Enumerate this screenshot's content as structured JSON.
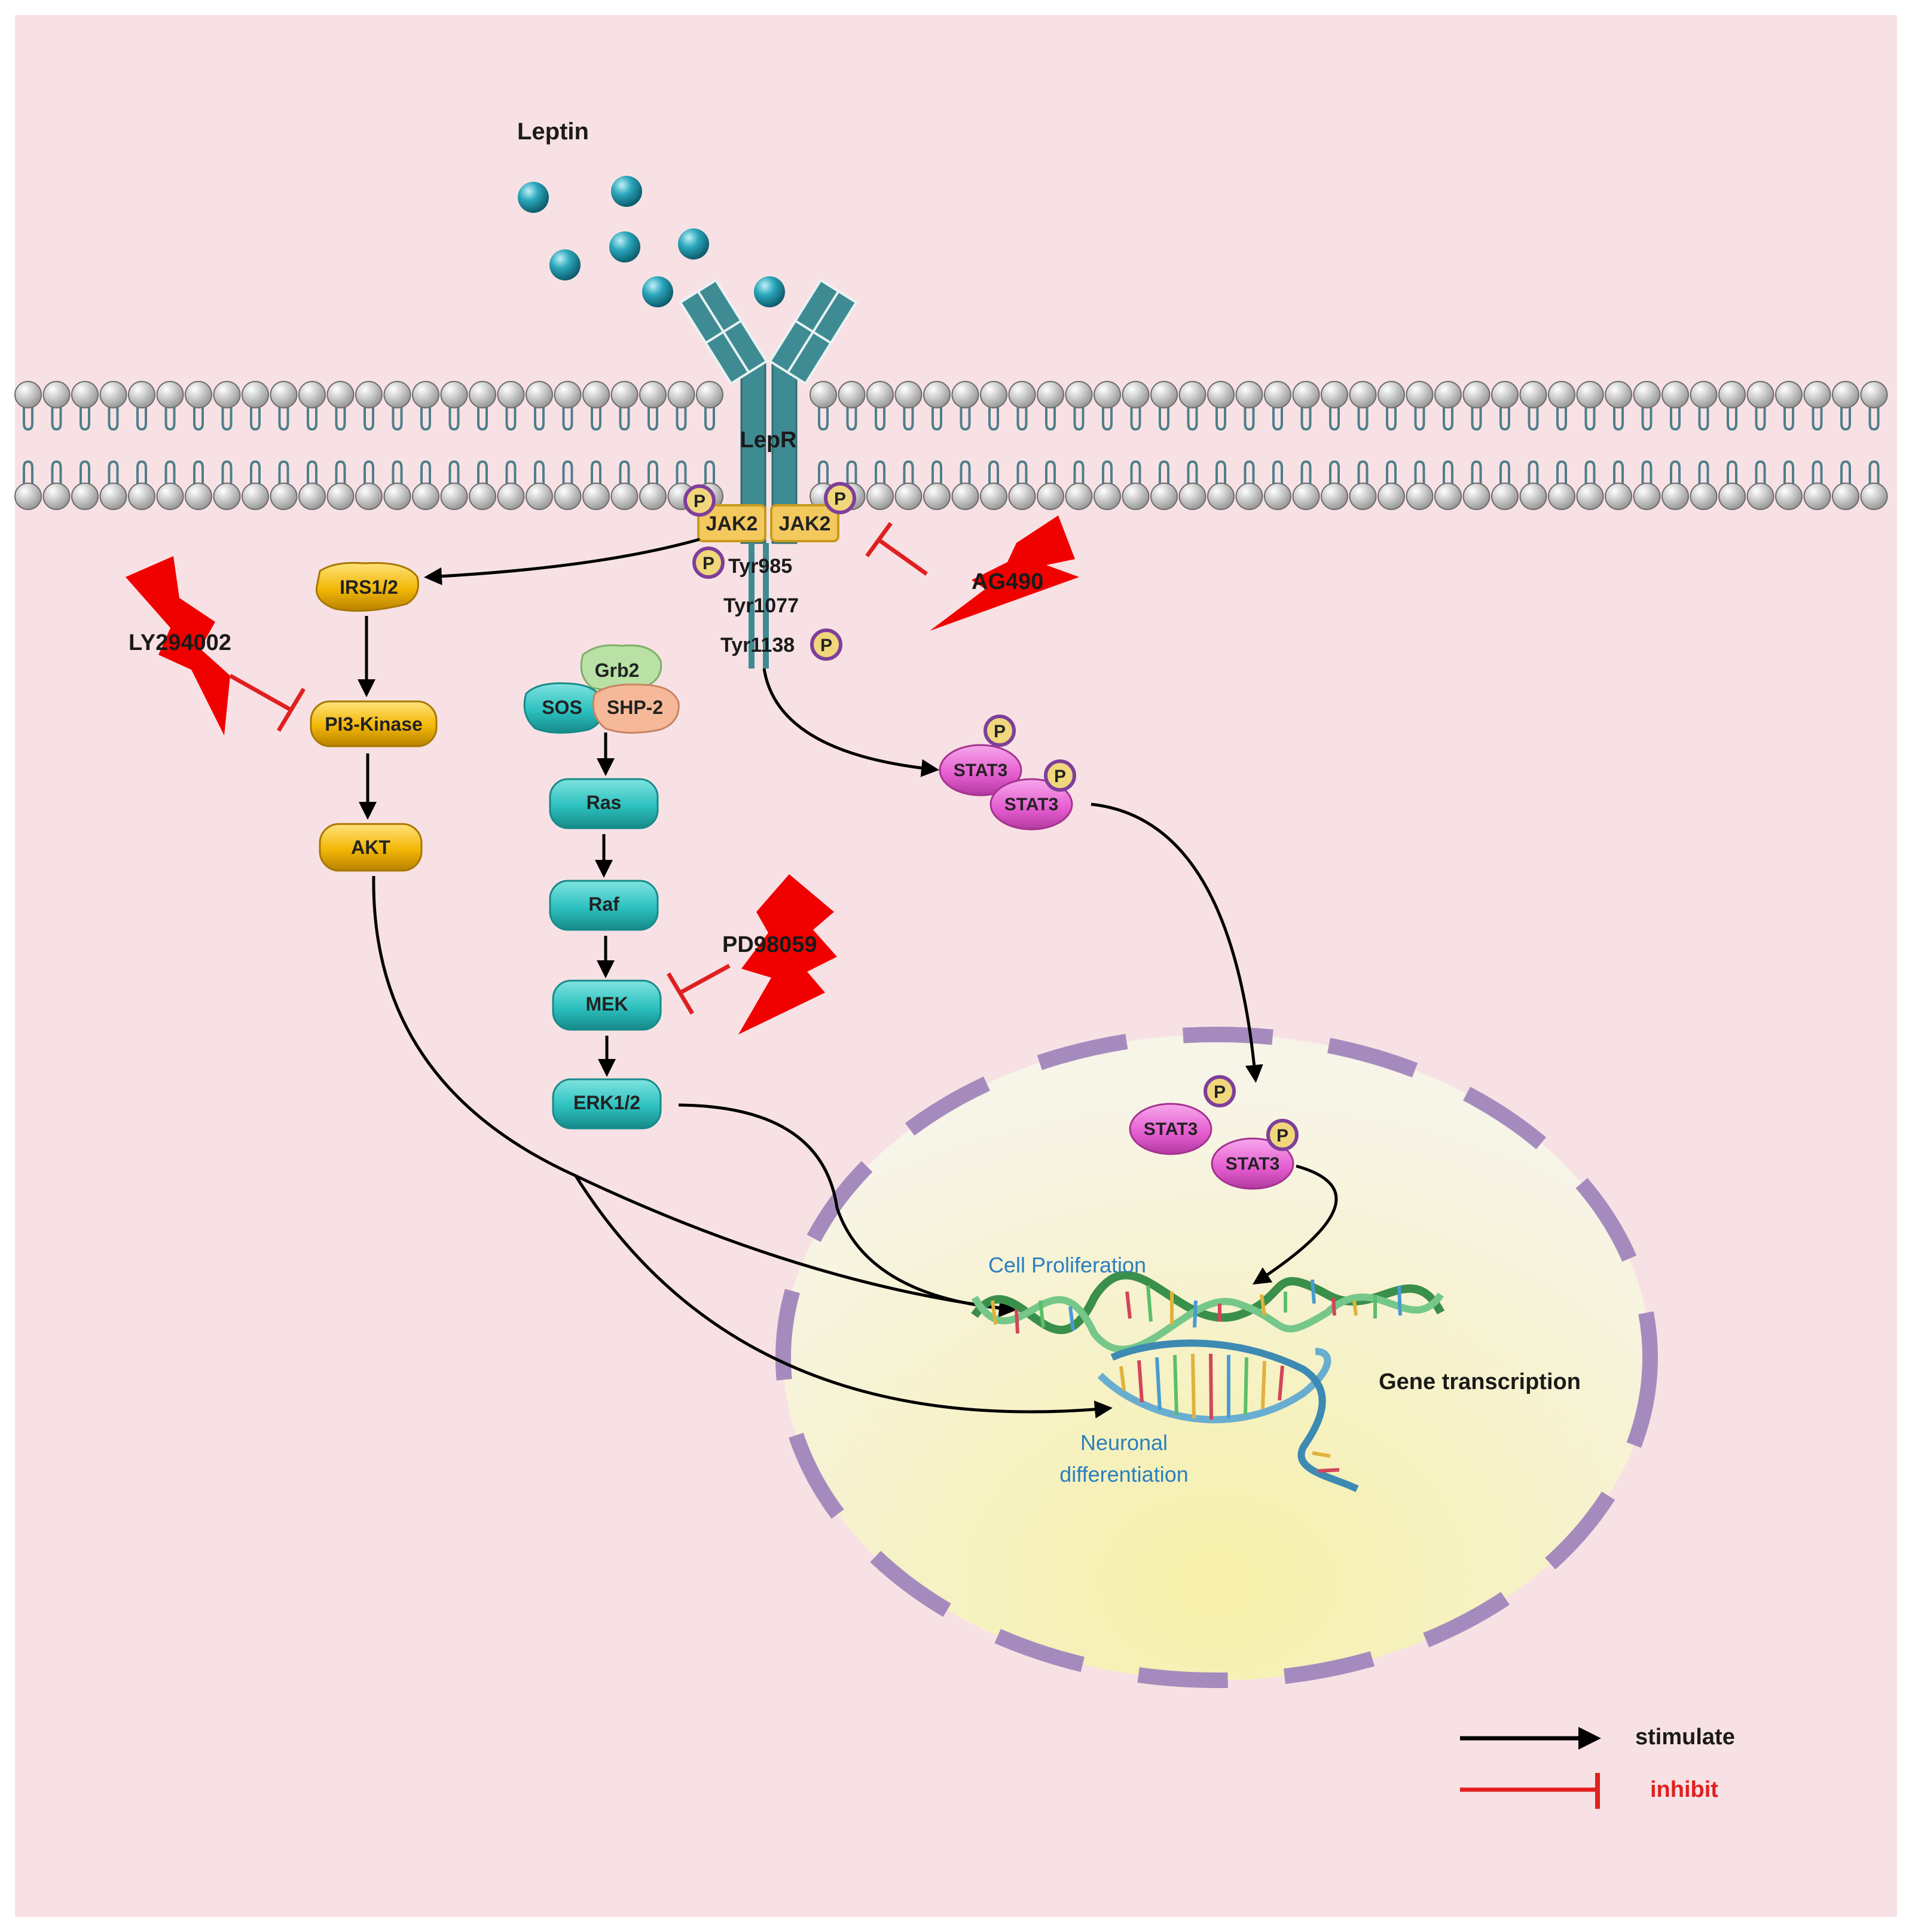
{
  "ligand": {
    "label": "Leptin"
  },
  "receptor": {
    "label": "LepR",
    "kinase_left": "JAK2",
    "kinase_right": "JAK2",
    "residues": [
      "Tyr985",
      "Tyr1077",
      "Tyr1138"
    ],
    "phospho_mark": "P"
  },
  "pi3k_pathway": {
    "irs": "IRS1/2",
    "pi3k": "PI3-Kinase",
    "akt": "AKT"
  },
  "mapk_pathway": {
    "grb2": "Grb2",
    "sos": "SOS",
    "shp2": "SHP-2",
    "ras": "Ras",
    "raf": "Raf",
    "mek": "MEK",
    "erk": "ERK1/2"
  },
  "stat_pathway": {
    "stat3": "STAT3"
  },
  "inhibitors": {
    "ly": "LY294002",
    "pd": "PD98059",
    "ag": "AG490"
  },
  "nucleus": {
    "outcome_proliferation": "Cell Proliferation",
    "outcome_differentiation_line1": "Neuronal",
    "outcome_differentiation_line2": "differentiation",
    "gene_transcription": "Gene transcription"
  },
  "legend": {
    "stimulate": "stimulate",
    "inhibit": "inhibit"
  },
  "colors": {
    "background": "#f8e1e4",
    "membrane_head": "#c9c9c9",
    "membrane_tail": "#4d7f8c",
    "receptor": "#3f8b93",
    "ligand": "#1f8ea3",
    "jak": "#f3c95e",
    "pi3k_nodes": "#f2b705",
    "mapk_nodes": "#2cc1bf",
    "stat3": "#e45bcf",
    "phospho": "#f1d77b",
    "phospho_ring": "#7e3f9a",
    "inhibit": "#e02020",
    "nucleus_border": "#a58bbd",
    "nucleus_fill": "#f6f1b8",
    "outcome_text": "#2a7fbf"
  }
}
